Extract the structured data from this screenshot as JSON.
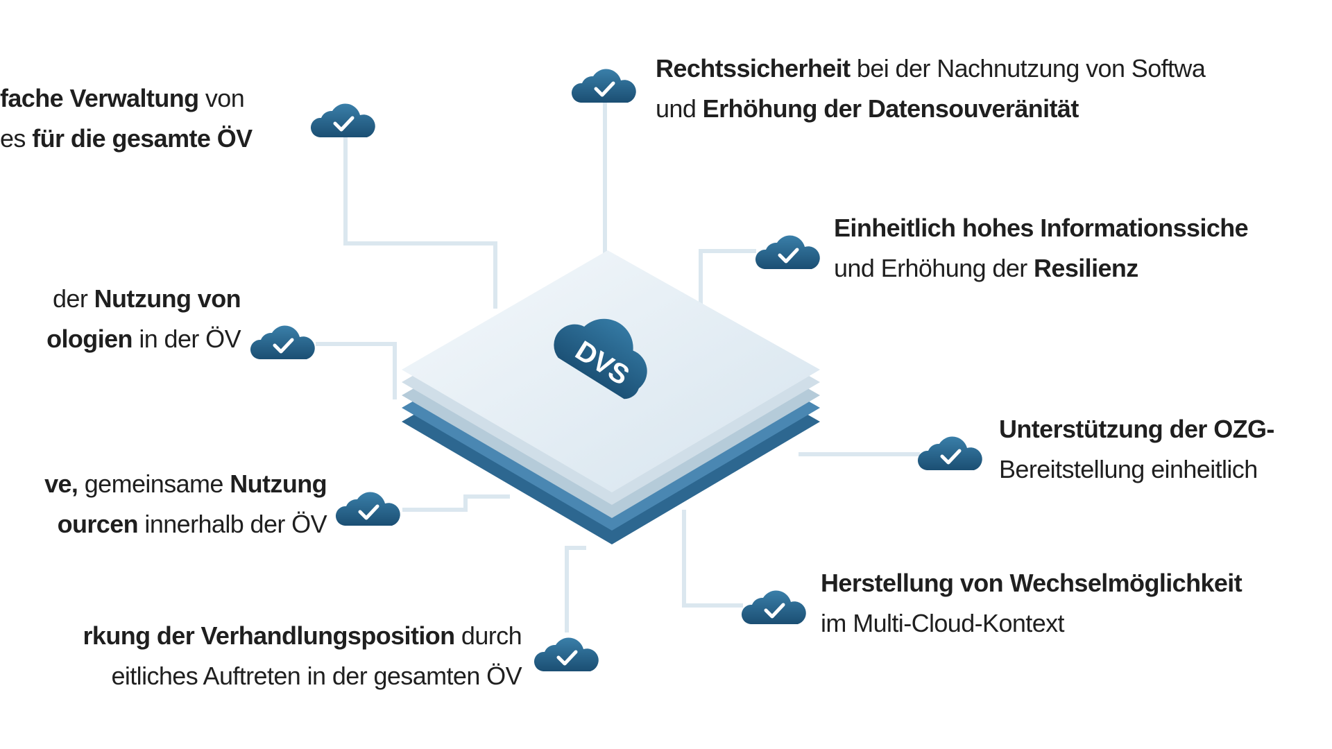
{
  "colors": {
    "cloud": "#2a6a93",
    "cloud_dark": "#1b4f73",
    "connector": "#dbe7ef",
    "text": "#1f1f1f",
    "stack_top": "#e6f0f6",
    "stack_blue": "#3f7fab"
  },
  "center": {
    "label": "DVS",
    "icon": "cloud-icon"
  },
  "benefits": [
    {
      "id": "verwaltung",
      "icon": "cloud-check-icon",
      "lines": [
        [
          {
            "t": "fache Verwaltung",
            "b": true
          },
          {
            "t": " von",
            "b": false
          }
        ],
        [
          {
            "t": "es ",
            "b": false
          },
          {
            "t": "für die gesamte ÖV",
            "b": true
          }
        ]
      ]
    },
    {
      "id": "rechtssicherheit",
      "icon": "cloud-check-icon",
      "lines": [
        [
          {
            "t": "Rechtssicherheit",
            "b": true
          },
          {
            "t": " bei der Nachnutzung von Softwa",
            "b": false
          }
        ],
        [
          {
            "t": "und ",
            "b": false
          },
          {
            "t": "Erhöhung der Datensouveränität",
            "b": true
          }
        ]
      ]
    },
    {
      "id": "informationssicherheit",
      "icon": "cloud-check-icon",
      "lines": [
        [
          {
            "t": "Einheitlich hohes Informationssiche",
            "b": true
          }
        ],
        [
          {
            "t": "und Erhöhung der ",
            "b": false
          },
          {
            "t": "Resilienz",
            "b": true
          }
        ]
      ]
    },
    {
      "id": "technologien",
      "icon": "cloud-check-icon",
      "lines": [
        [
          {
            "t": " der ",
            "b": false
          },
          {
            "t": "Nutzung von",
            "b": true
          }
        ],
        [
          {
            "t": "ologien",
            "b": true
          },
          {
            "t": " in der ÖV",
            "b": false
          }
        ]
      ]
    },
    {
      "id": "ozg",
      "icon": "cloud-check-icon",
      "lines": [
        [
          {
            "t": "Unterstützung der OZG-",
            "b": true
          }
        ],
        [
          {
            "t": "Bereitstellung einheitlich",
            "b": false
          }
        ]
      ]
    },
    {
      "id": "ressourcen",
      "icon": "cloud-check-icon",
      "lines": [
        [
          {
            "t": "ve,",
            "b": true
          },
          {
            "t": " gemeinsame ",
            "b": false
          },
          {
            "t": "Nutzung",
            "b": true
          }
        ],
        [
          {
            "t": "ourcen",
            "b": true
          },
          {
            "t": " innerhalb der ÖV",
            "b": false
          }
        ]
      ]
    },
    {
      "id": "wechsel",
      "icon": "cloud-check-icon",
      "lines": [
        [
          {
            "t": "Herstellung von Wechselmöglichkeit",
            "b": true
          }
        ],
        [
          {
            "t": "im Multi-Cloud-Kontext",
            "b": false
          }
        ]
      ]
    },
    {
      "id": "verhandlung",
      "icon": "cloud-check-icon",
      "lines": [
        [
          {
            "t": "rkung der Verhandlungsposition",
            "b": true
          },
          {
            "t": " durch",
            "b": false
          }
        ],
        [
          {
            "t": "eitliches Auftreten in der gesamten ÖV",
            "b": false
          }
        ]
      ]
    }
  ]
}
